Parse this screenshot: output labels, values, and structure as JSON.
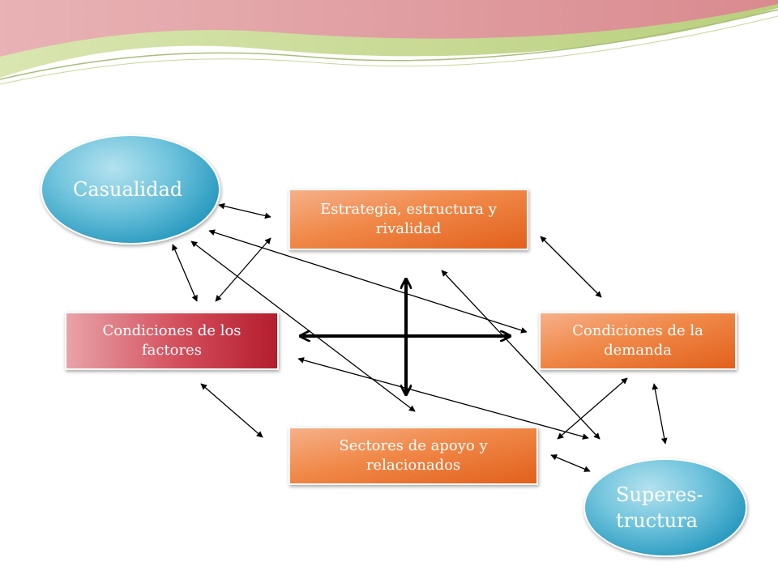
{
  "nodes": {
    "casualidad": "Casualidad",
    "estrategia": "Estrategia, estructura y rivalidad",
    "factores": "Condiciones de los factores",
    "demanda": "Condiciones de la demanda",
    "sectores": "Sectores de apoyo y relacionados",
    "superestructura": "Superes- tructura"
  },
  "colors": {
    "box_orange": "#f08848",
    "box_red": "#b41e2e",
    "ellipse_blue": "#2d9cc1",
    "arrow": "#000000"
  }
}
